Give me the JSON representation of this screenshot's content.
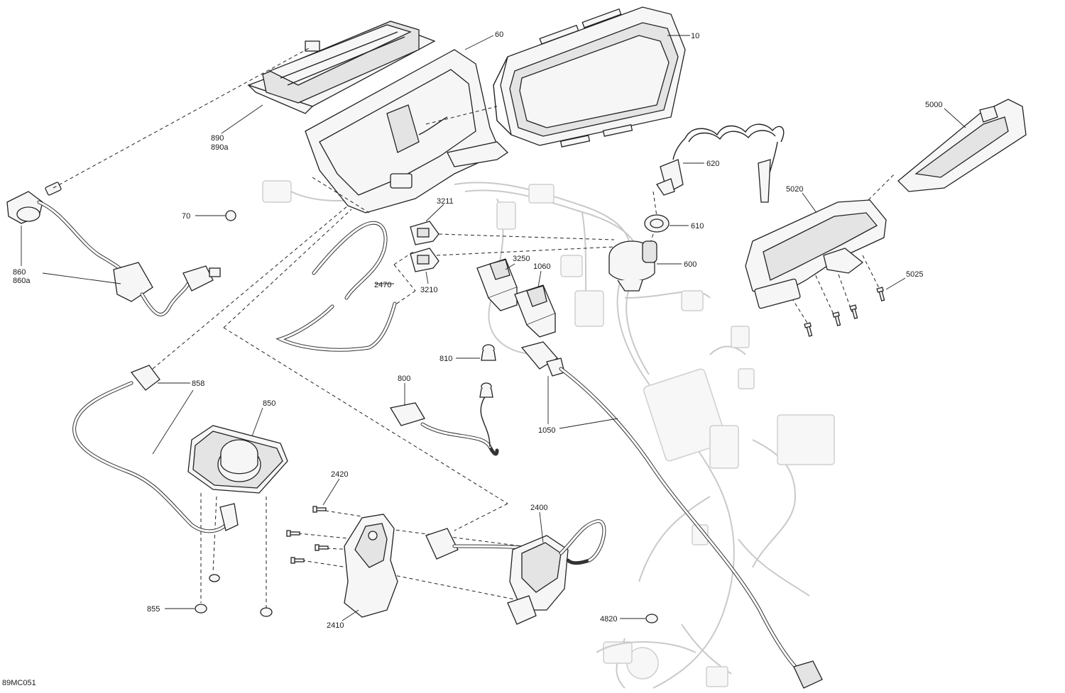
{
  "diagram_code": "89MC051",
  "callouts": {
    "c10": "10",
    "c60": "60",
    "c70": "70",
    "c610": "610",
    "c600": "600",
    "c620": "620",
    "c800": "800",
    "c810": "810",
    "c850": "850",
    "c855": "855",
    "c858": "858",
    "c860": "860",
    "c860a": "860a",
    "c890": "890",
    "c890a": "890a",
    "c1050": "1050",
    "c1060": "1060",
    "c2400": "2400",
    "c2410": "2410",
    "c2420": "2420",
    "c2470": "2470",
    "c3210": "3210",
    "c3211": "3211",
    "c3250": "3250",
    "c4820": "4820",
    "c5000": "5000",
    "c5020": "5020",
    "c5025": "5025"
  }
}
